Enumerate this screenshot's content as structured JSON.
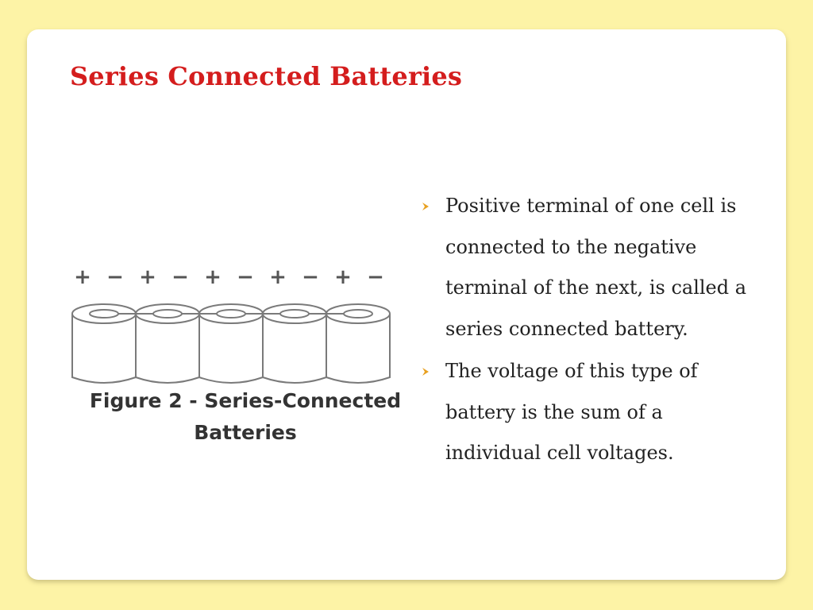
{
  "slide": {
    "title": "Series Connected Batteries"
  },
  "figure": {
    "terminal_signs": [
      "+",
      "−",
      "+",
      "−",
      "+",
      "−",
      "+",
      "−",
      "+",
      "−"
    ],
    "cell_count": 5,
    "caption_line1": "Figure 2 - Series-Connected",
    "caption_line2": "Batteries"
  },
  "bullets": [
    {
      "icon": "arrow-bullet-icon",
      "text": "Positive terminal of one cell is connected to the negative terminal of the next, is called a series connected battery."
    },
    {
      "icon": "arrow-bullet-icon",
      "text": "The voltage of this type of battery is the sum of a individual cell voltages."
    }
  ],
  "colors": {
    "background": "#fdf3a6",
    "title": "#d41d1d",
    "bullet_icon": "#e8a020"
  }
}
